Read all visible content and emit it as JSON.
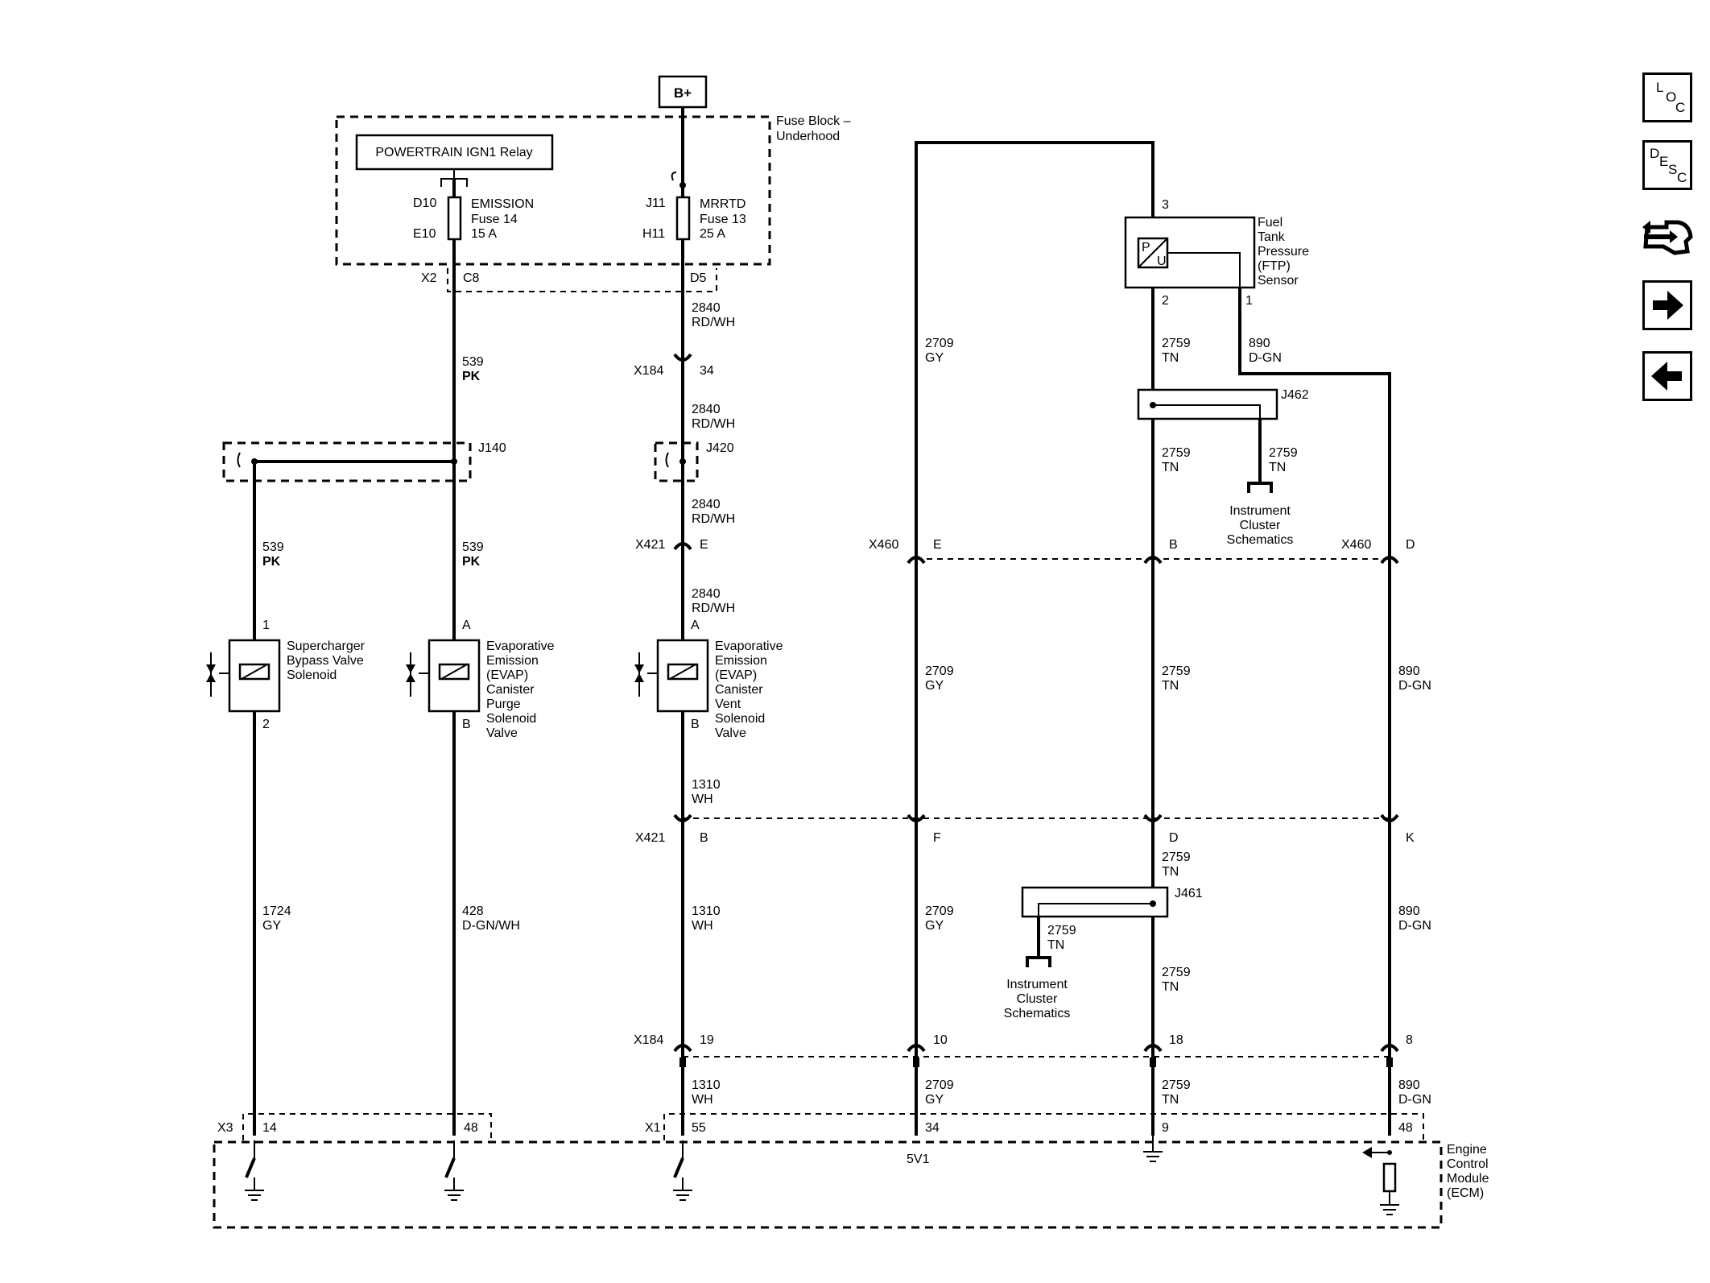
{
  "nav": {
    "loc": {
      "l1": "L",
      "l2": "O",
      "l3": "C"
    },
    "desc": {
      "l1": "D",
      "l2": "E",
      "l3": "S",
      "l4": "C"
    },
    "icons": [
      "connector-end-view-icon",
      "arrow-right-icon",
      "arrow-left-icon"
    ]
  },
  "labels": {
    "bplus": "B+",
    "fuse_block_1": "Fuse Block –",
    "fuse_block_2": "Underhood",
    "relay": "POWERTRAIN IGN1 Relay",
    "d10": "D10",
    "e10": "E10",
    "emission_1": "EMISSION",
    "emission_2": "Fuse 14",
    "emission_3": "15 A",
    "j11": "J11",
    "h11": "H11",
    "mrrtd_1": "MRRTD",
    "mrrtd_2": "Fuse 13",
    "mrrtd_3": "25 A",
    "x2": "X2",
    "c8": "C8",
    "d5": "D5",
    "w2840_a": "2840",
    "w2840_b": "RD/WH",
    "x184": "X184",
    "p34": "34",
    "w539": "539",
    "pk": "PK",
    "j140": "J140",
    "j420": "J420",
    "x421": "X421",
    "pe": "E",
    "pb": "B",
    "x460": "X460",
    "pd": "D",
    "pf": "F",
    "pk_pin": "K",
    "w2709": "2709",
    "gy": "GY",
    "w2759": "2759",
    "tn": "TN",
    "w890": "890",
    "dgn": "D-GN",
    "p3": "3",
    "p2": "2",
    "p1": "1",
    "ftp_1": "Fuel",
    "ftp_2": "Tank",
    "ftp_3": "Pressure",
    "ftp_4": "(FTP)",
    "ftp_5": "Sensor",
    "p_letter": "P",
    "u_letter": "U",
    "j462": "J462",
    "j461": "J461",
    "ic_1": "Instrument",
    "ic_2": "Cluster",
    "ic_3": "Schematics",
    "sc_1": "Supercharger",
    "sc_2": "Bypass Valve",
    "sc_3": "Solenoid",
    "pin_1": "1",
    "pin_2": "2",
    "pin_a": "A",
    "pin_b": "B",
    "evap_p_1": "Evaporative",
    "evap_p_2": "Emission",
    "evap_p_3": "(EVAP)",
    "evap_p_4": "Canister",
    "evap_p_5": "Purge",
    "evap_p_6": "Solenoid",
    "evap_p_7": "Valve",
    "evap_v_5": "Vent",
    "w1310": "1310",
    "wh": "WH",
    "w1724": "1724",
    "w428": "428",
    "dgnwh": "D-GN/WH",
    "p19": "19",
    "p10": "10",
    "p18": "18",
    "p8": "8",
    "x3": "X3",
    "x1": "X1",
    "p14": "14",
    "p48": "48",
    "p55": "55",
    "p9": "9",
    "fivev1": "5V1",
    "ecm_1": "Engine",
    "ecm_2": "Control",
    "ecm_3": "Module",
    "ecm_4": "(ECM)"
  }
}
